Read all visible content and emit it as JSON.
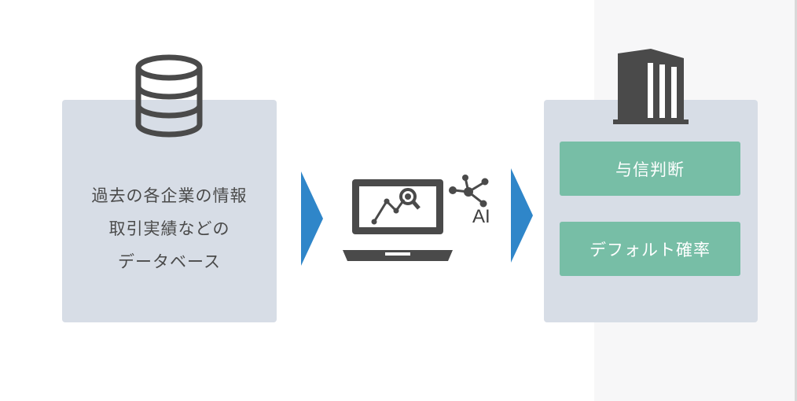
{
  "input": {
    "icon": "database-icon",
    "lines": [
      "過去の各企業の情報",
      "取引実績などの",
      "データベース"
    ]
  },
  "process": {
    "icons": [
      "laptop-analytics-icon",
      "ai-network-icon"
    ],
    "ai_label": "AI"
  },
  "output": {
    "icon": "building-icon",
    "items": [
      "与信判断",
      "デフォルト確率"
    ]
  },
  "colors": {
    "panel": "#d7dde6",
    "accent_green": "#77bea6",
    "arrow_blue": "#2f86c9",
    "icon_dark": "#4a4a4a"
  }
}
